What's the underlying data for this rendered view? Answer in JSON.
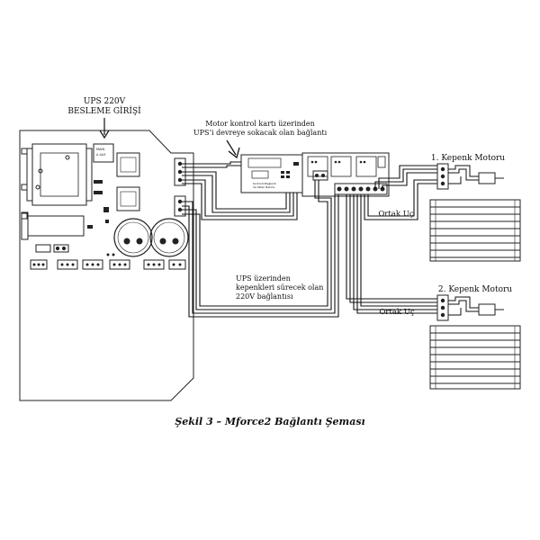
{
  "labels": {
    "ups_supply_line1": "UPS 220V",
    "ups_supply_line2": "BESLEME GİRİŞİ",
    "motor_card_line1": "Motor kontrol kartı üzerinden",
    "motor_card_line2": "UPS’i devreye sokacak olan bağlantı",
    "ups_shutter_line1": "UPS üzerinden",
    "ups_shutter_line2": "kepenkleri sürecek olan",
    "ups_shutter_line3": "220V bağlantısı",
    "motor1": "1. Kepenk Motoru",
    "motor2": "2. Kepenk Motoru",
    "common1": "Ortak Uç",
    "common2": "Ortak Uç",
    "fuse_label_1": "MAIN",
    "fuse_label_2": "A 4A3",
    "card_label_1": "Kontrolü Bağlantı",
    "card_label_2": "Ve Vatan Bakımı"
  },
  "caption": "Şekil 3 – Mforce2 Bağlantı Şeması"
}
